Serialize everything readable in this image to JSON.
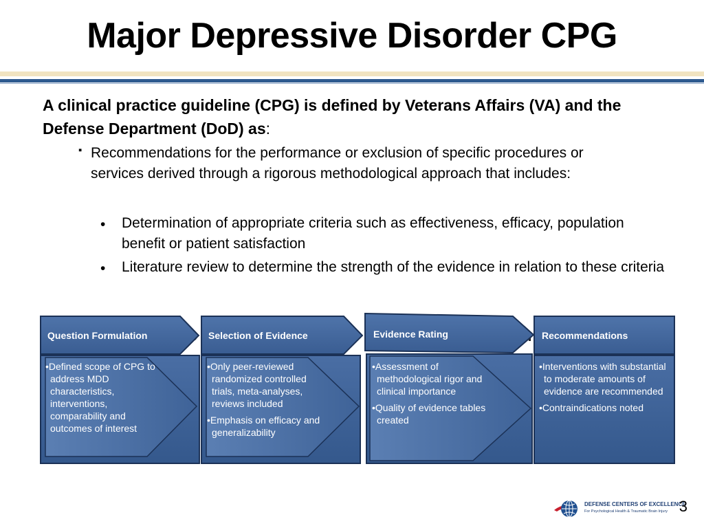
{
  "title": "Major Depressive Disorder CPG",
  "lead": {
    "text": "A clinical practice guideline (CPG) is defined by Veterans Affairs (VA) and the Defense Department (DoD) as",
    "colon": ":"
  },
  "sub_bullet": {
    "marker": "▪",
    "text": "Recommendations for the performance or exclusion of specific procedures or services derived through a rigorous methodological approach that includes:"
  },
  "sub_sub_bullets": [
    {
      "marker": "•",
      "text": "Determination of appropriate criteria such as effectiveness, efficacy, population benefit or patient satisfaction"
    },
    {
      "marker": "•",
      "text": "Literature review to determine the strength of the evidence in relation to these criteria"
    }
  ],
  "obscured_text": {
    "fragment1": "y:",
    "fragment2": "D",
    "fragment3": "n"
  },
  "flow": {
    "steps": [
      {
        "header": "Question Formulation",
        "bullets": [
          "•Defined scope of CPG to address MDD characteristics, interventions, comparability and outcomes of interest"
        ]
      },
      {
        "header": "Selection of Evidence",
        "bullets": [
          "•Only peer-reviewed randomized controlled trials, meta-analyses, reviews included",
          "•Emphasis on efficacy and generalizability"
        ]
      },
      {
        "header": "Evidence Rating",
        "bullets": [
          "•Assessment of methodological rigor and clinical importance",
          "•Quality of evidence tables created"
        ]
      },
      {
        "header": "Recommendations",
        "bullets": [
          "•Interventions with substantial to moderate amounts of evidence are recommended",
          "•Contraindications noted"
        ]
      }
    ],
    "colors": {
      "fill": "#3d6094",
      "fill_dark": "#2b4a78",
      "stroke": "#1b3156",
      "text": "#ffffff"
    }
  },
  "footer": {
    "page_number": "3",
    "logo_line1": "DEFENSE CENTERS OF EXCELLENCE",
    "logo_line2": "For Psychological Health & Traumatic Brain Injury"
  }
}
